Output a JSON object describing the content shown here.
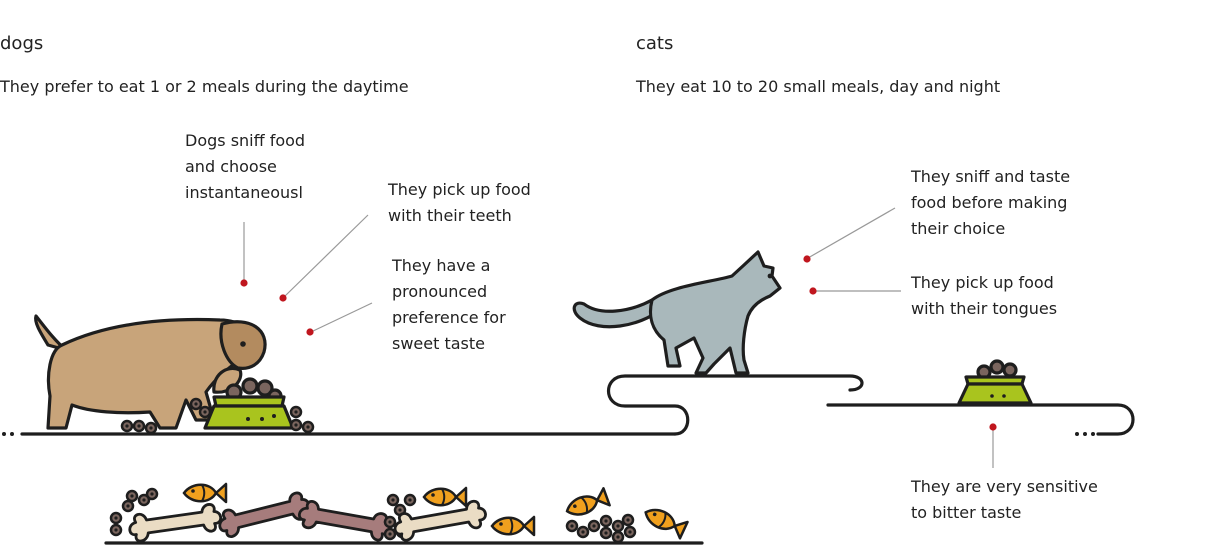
{
  "dogs": {
    "heading": "dogs",
    "subtitle": "They prefer to eat 1 or 2 meals during the daytime",
    "callouts": {
      "sniff": [
        "Dogs sniff food",
        "and choose",
        "instantaneousl"
      ],
      "teeth": [
        "They pick up food",
        "with their teeth"
      ],
      "sweet": [
        "They have a",
        "pronounced",
        "preference for",
        "sweet taste"
      ]
    }
  },
  "cats": {
    "heading": "cats",
    "subtitle": "They eat 10 to 20 small meals, day and night",
    "callouts": {
      "sniff_taste": [
        "They sniff and taste",
        "food before making",
        "their choice"
      ],
      "tongues": [
        "They pick up food",
        "with their tongues"
      ],
      "bitter": [
        "They are very sensitive",
        "to bitter taste"
      ]
    }
  },
  "colors": {
    "dot": "#c0161e",
    "leader": "#999999",
    "outline": "#1e1e1e",
    "dog_fur": "#c8a47a",
    "dog_ear": "#b38b5f",
    "cat_fur": "#a9b8bb",
    "bowl": "#a9c41e",
    "kibble": "#7a655e",
    "fish": "#f0a01e",
    "bone_pink": "#a67c7c",
    "bone_cream": "#eadcc4"
  }
}
